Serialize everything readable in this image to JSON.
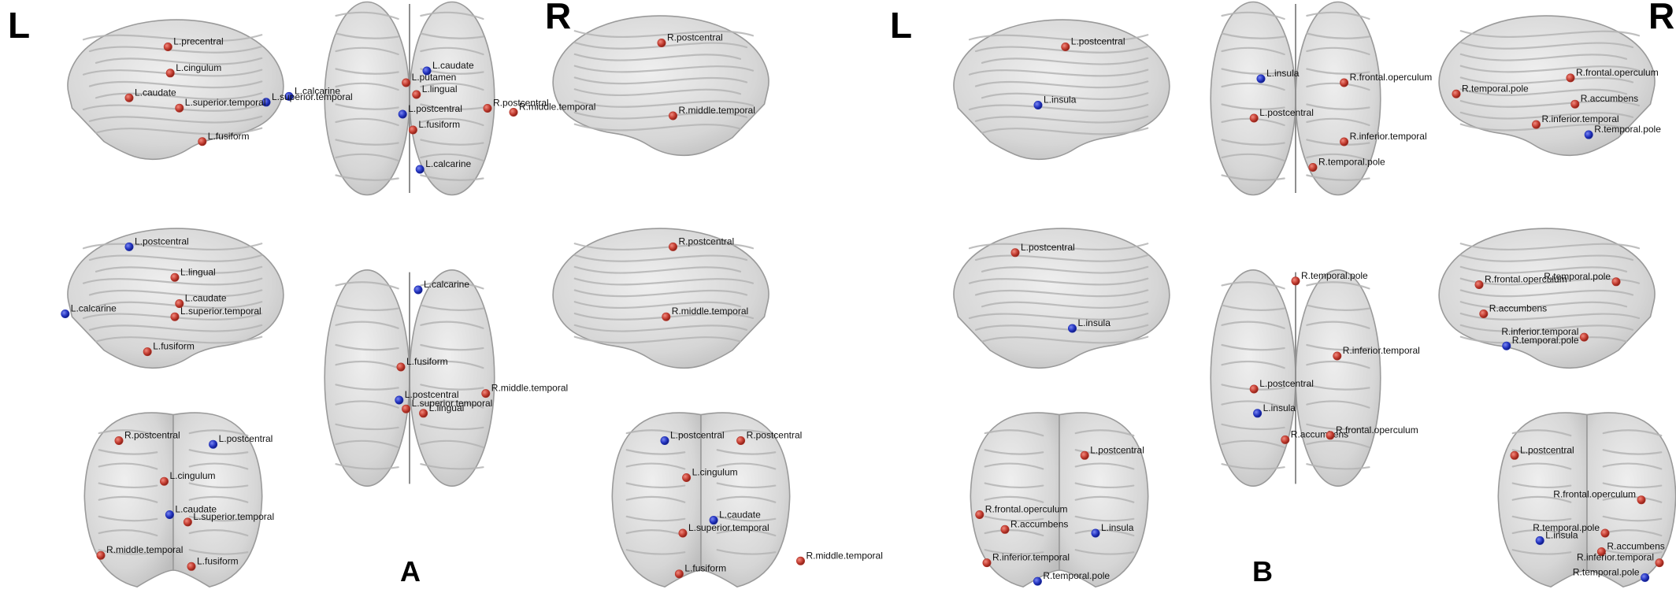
{
  "panels": [
    {
      "id": "A",
      "caption": "A",
      "left_marker": "L",
      "right_marker": "R",
      "views": [
        {
          "view": "left-lateral",
          "nodes": [
            {
              "label": "L.precentral",
              "color": "red"
            },
            {
              "label": "L.cingulum",
              "color": "red"
            },
            {
              "label": "L.caudate",
              "color": "red"
            },
            {
              "label": "L.calcarine",
              "color": "blue"
            },
            {
              "label": "L.superior.temporal",
              "color": "blue"
            },
            {
              "label": "L.superior.temporal",
              "color": "red"
            },
            {
              "label": "L.fusiform",
              "color": "red"
            }
          ]
        },
        {
          "view": "dorsal",
          "nodes": [
            {
              "label": "L.caudate",
              "color": "blue"
            },
            {
              "label": "L.putamen",
              "color": "red"
            },
            {
              "label": "L.lingual",
              "color": "red"
            },
            {
              "label": "L.postcentral",
              "color": "blue"
            },
            {
              "label": "L.fusiform",
              "color": "red"
            },
            {
              "label": "L.calcarine",
              "color": "blue"
            },
            {
              "label": "R.postcentral",
              "color": "red"
            },
            {
              "label": "R.middle.temporal",
              "color": "red"
            }
          ]
        },
        {
          "view": "right-lateral",
          "nodes": [
            {
              "label": "R.postcentral",
              "color": "red"
            },
            {
              "label": "R.middle.temporal",
              "color": "red"
            }
          ]
        },
        {
          "view": "left-medial",
          "nodes": [
            {
              "label": "L.postcentral",
              "color": "blue"
            },
            {
              "label": "L.lingual",
              "color": "red"
            },
            {
              "label": "L.calcarine",
              "color": "blue"
            },
            {
              "label": "L.caudate",
              "color": "red"
            },
            {
              "label": "L.superior.temporal",
              "color": "red"
            },
            {
              "label": "L.fusiform",
              "color": "red"
            }
          ]
        },
        {
          "view": "ventral",
          "nodes": [
            {
              "label": "L.calcarine",
              "color": "blue"
            },
            {
              "label": "L.fusiform",
              "color": "red"
            },
            {
              "label": "L.postcentral",
              "color": "blue"
            },
            {
              "label": "L.superior.temporal",
              "color": "red"
            },
            {
              "label": "L.lingual",
              "color": "red"
            },
            {
              "label": "R.middle.temporal",
              "color": "red"
            }
          ]
        },
        {
          "view": "right-medial",
          "nodes": [
            {
              "label": "R.postcentral",
              "color": "red"
            },
            {
              "label": "R.middle.temporal",
              "color": "red"
            }
          ]
        },
        {
          "view": "anterior",
          "nodes": [
            {
              "label": "R.postcentral",
              "color": "red"
            },
            {
              "label": "L.postcentral",
              "color": "blue"
            },
            {
              "label": "L.cingulum",
              "color": "red"
            },
            {
              "label": "L.caudate",
              "color": "blue"
            },
            {
              "label": "L.superior.temporal",
              "color": "red"
            },
            {
              "label": "R.middle.temporal",
              "color": "red"
            },
            {
              "label": "L.fusiform",
              "color": "red"
            }
          ]
        },
        {
          "view": "posterior",
          "nodes": [
            {
              "label": "L.postcentral",
              "color": "blue"
            },
            {
              "label": "R.postcentral",
              "color": "red"
            },
            {
              "label": "L.cingulum",
              "color": "red"
            },
            {
              "label": "L.superior.temporal",
              "color": "red"
            },
            {
              "label": "L.caudate",
              "color": "blue"
            },
            {
              "label": "R.middle.temporal",
              "color": "red"
            },
            {
              "label": "L.fusiform",
              "color": "red"
            }
          ]
        }
      ]
    },
    {
      "id": "B",
      "caption": "B",
      "left_marker": "L",
      "right_marker": "R",
      "views": [
        {
          "view": "left-lateral",
          "nodes": [
            {
              "label": "L.postcentral",
              "color": "red"
            },
            {
              "label": "L.insula",
              "color": "blue"
            }
          ]
        },
        {
          "view": "dorsal",
          "nodes": [
            {
              "label": "L.insula",
              "color": "blue"
            },
            {
              "label": "L.postcentral",
              "color": "red"
            },
            {
              "label": "R.frontal.operculum",
              "color": "red"
            },
            {
              "label": "R.inferior.temporal",
              "color": "red"
            },
            {
              "label": "R.temporal.pole",
              "color": "red"
            }
          ]
        },
        {
          "view": "right-lateral",
          "nodes": [
            {
              "label": "R.frontal.operculum",
              "color": "red"
            },
            {
              "label": "R.temporal.pole",
              "color": "red"
            },
            {
              "label": "R.accumbens",
              "color": "red"
            },
            {
              "label": "R.inferior.temporal",
              "color": "red"
            },
            {
              "label": "R.temporal.pole",
              "color": "blue"
            }
          ]
        },
        {
          "view": "left-medial",
          "nodes": [
            {
              "label": "L.postcentral",
              "color": "red"
            },
            {
              "label": "L.insula",
              "color": "blue"
            }
          ]
        },
        {
          "view": "ventral",
          "nodes": [
            {
              "label": "R.temporal.pole",
              "color": "red"
            },
            {
              "label": "R.inferior.temporal",
              "color": "red"
            },
            {
              "label": "L.postcentral",
              "color": "red"
            },
            {
              "label": "L.insula",
              "color": "blue"
            },
            {
              "label": "R.accumbens",
              "color": "red"
            },
            {
              "label": "R.frontal.operculum",
              "color": "red"
            }
          ]
        },
        {
          "view": "right-medial",
          "nodes": [
            {
              "label": "R.frontal.operculum",
              "color": "red"
            },
            {
              "label": "R.temporal.pole",
              "color": "red"
            },
            {
              "label": "R.accumbens",
              "color": "red"
            },
            {
              "label": "R.inferior.temporal",
              "color": "red"
            },
            {
              "label": "R.temporal.pole",
              "color": "blue"
            }
          ]
        },
        {
          "view": "anterior",
          "nodes": [
            {
              "label": "L.postcentral",
              "color": "red"
            },
            {
              "label": "R.frontal.operculum",
              "color": "red"
            },
            {
              "label": "R.accumbens",
              "color": "red"
            },
            {
              "label": "L.insula",
              "color": "blue"
            },
            {
              "label": "R.inferior.temporal",
              "color": "red"
            },
            {
              "label": "R.temporal.pole",
              "color": "blue"
            }
          ]
        },
        {
          "view": "posterior",
          "nodes": [
            {
              "label": "L.postcentral",
              "color": "red"
            },
            {
              "label": "R.frontal.operculum",
              "color": "red"
            },
            {
              "label": "R.temporal.pole",
              "color": "red"
            },
            {
              "label": "L.insula",
              "color": "blue"
            },
            {
              "label": "R.accumbens",
              "color": "red"
            },
            {
              "label": "R.inferior.temporal",
              "color": "red"
            },
            {
              "label": "R.temporal.pole",
              "color": "blue"
            }
          ]
        }
      ]
    }
  ],
  "colors": {
    "red": "#b5352a",
    "blue": "#1f2fb5",
    "brain": "#dcdcdc"
  }
}
